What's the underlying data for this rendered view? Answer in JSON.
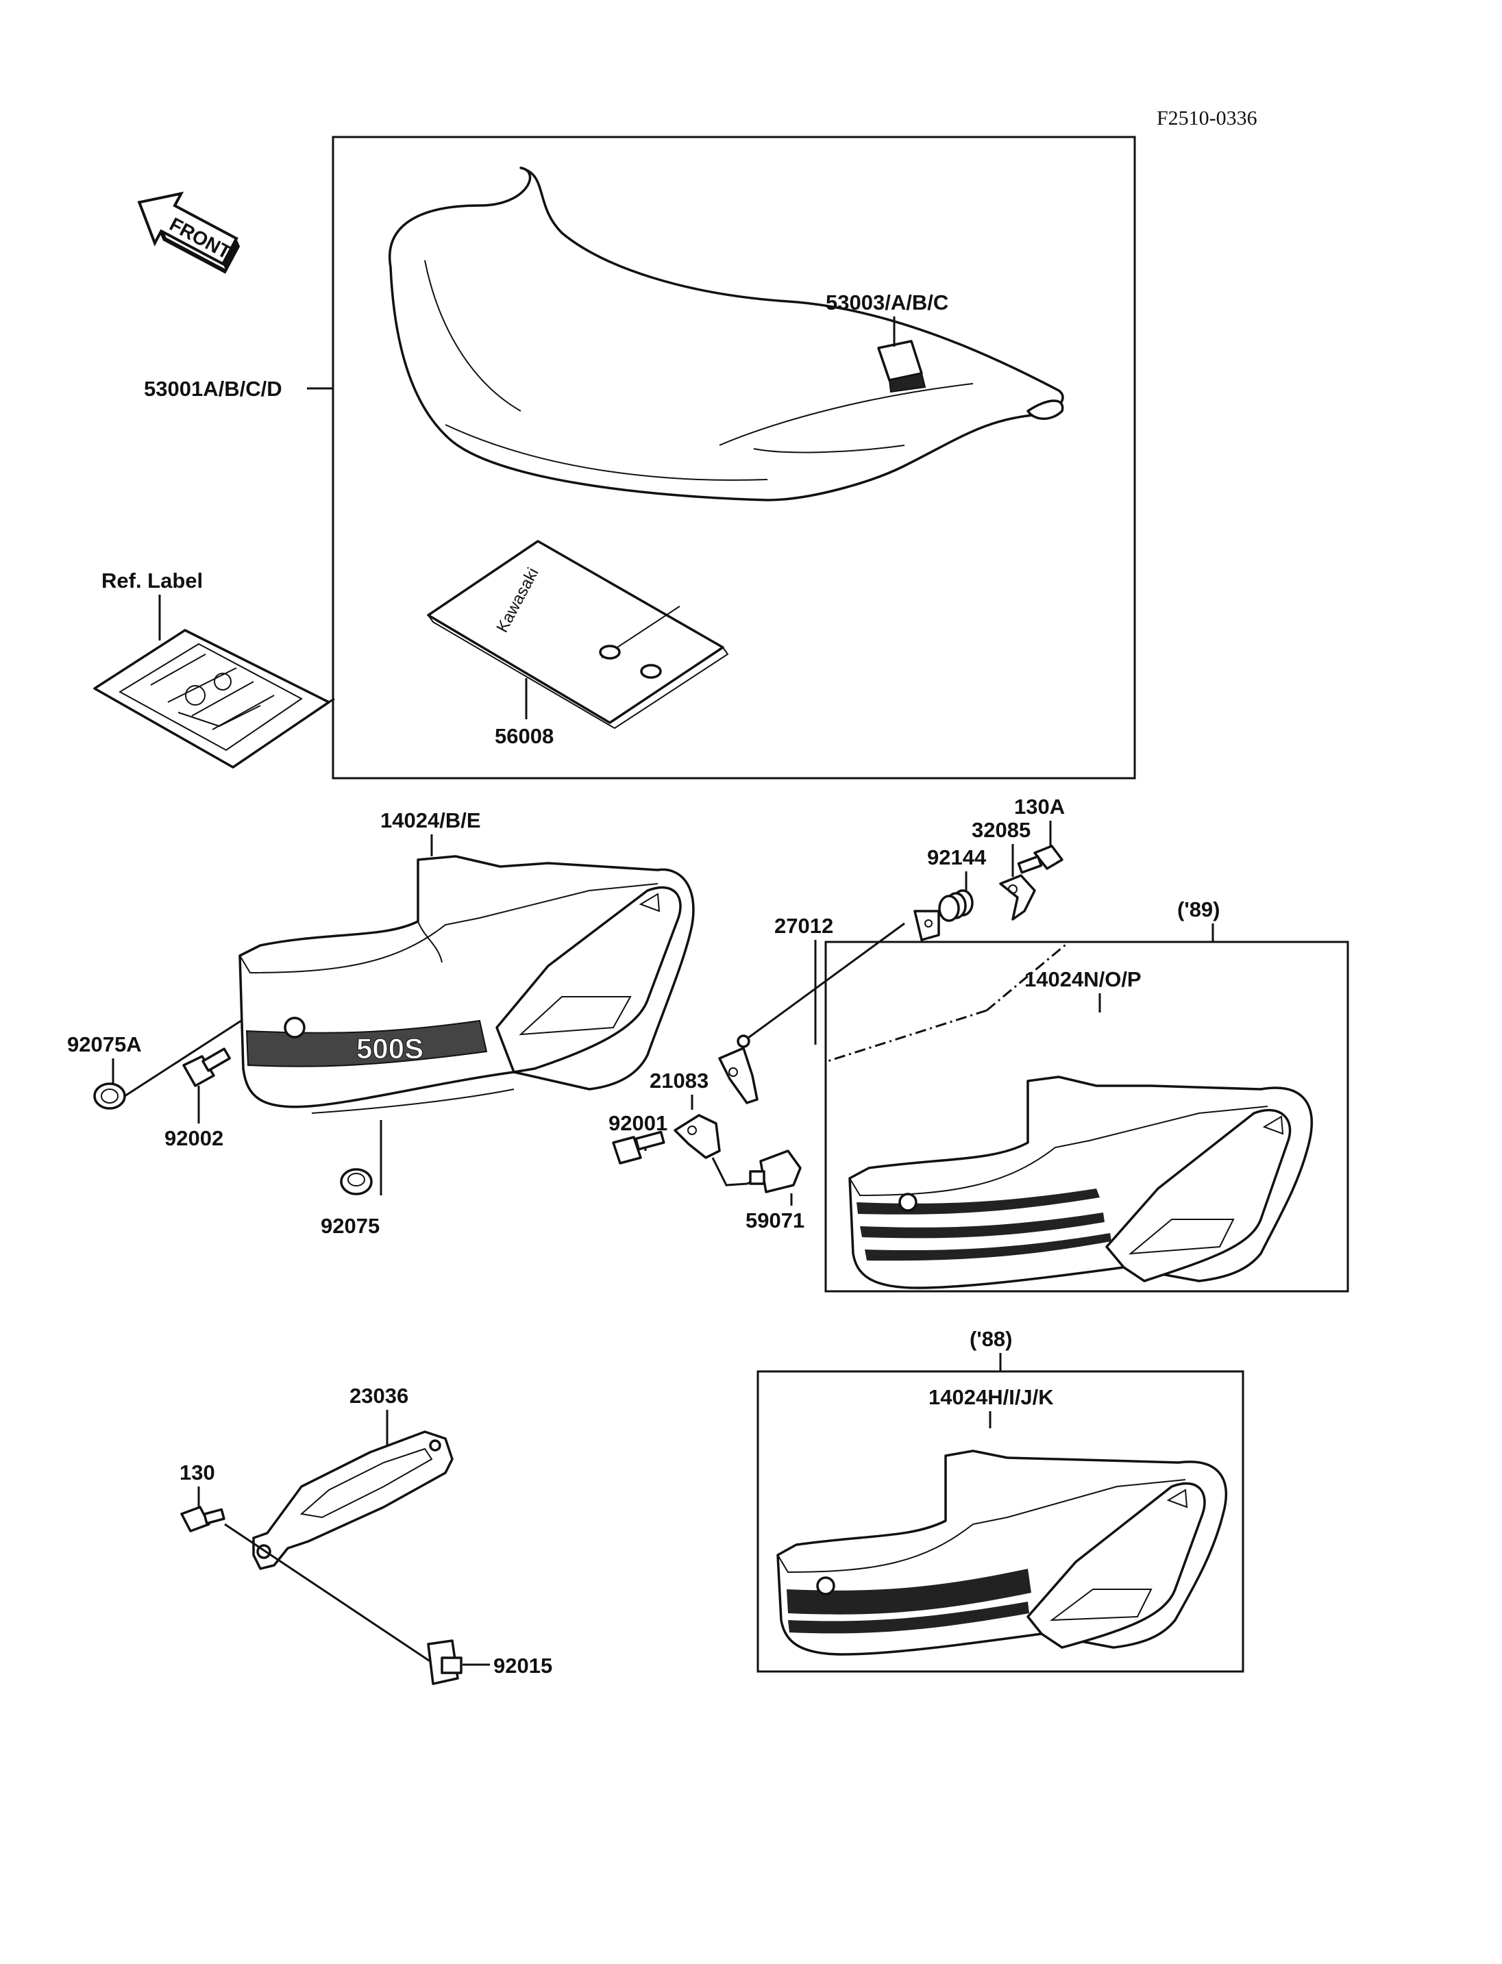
{
  "diagram_code": "F2510-0336",
  "front_arrow": {
    "text": "FRONT",
    "icon": "front-arrow-icon"
  },
  "labels": {
    "seat_assy": "53001A/B/C/D",
    "seat_strap": "53003/A/B/C",
    "ref_label": "Ref. Label",
    "tool_bag": "56008",
    "cover_main": "14024/B/E",
    "grommet_a": "92075A",
    "bolt_92002": "92002",
    "grommet": "92075",
    "bolt_130a": "130A",
    "lever_32085": "32085",
    "spring_92144": "92144",
    "cable_27012": "27012",
    "bracket_21083": "21083",
    "bolt_92001": "92001",
    "lock_59071": "59071",
    "year_89": "('89)",
    "cover_89": "14024N/O/P",
    "year_88": "('88)",
    "cover_88": "14024H/I/J/K",
    "bracket_23036": "23036",
    "bolt_130": "130",
    "nut_92015": "92015"
  },
  "stamps": {
    "brand_on_bag": "Kawasaki",
    "badge_on_cover": "500S"
  }
}
